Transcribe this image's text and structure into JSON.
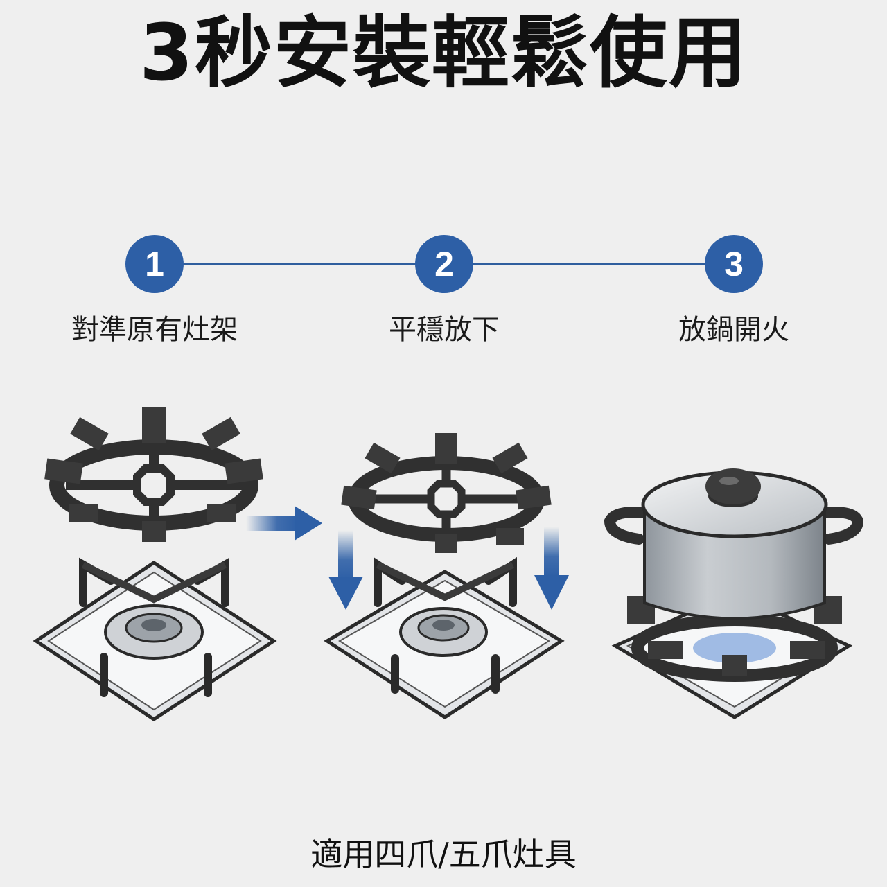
{
  "title": "3秒安裝輕鬆使用",
  "steps": [
    {
      "number": "1",
      "label": "對準原有灶架"
    },
    {
      "number": "2",
      "label": "平穩放下"
    },
    {
      "number": "3",
      "label": "放鍋開火"
    }
  ],
  "footer": "適用四爪/五爪灶具",
  "colors": {
    "accent": "#2d5fa6",
    "rack": "#333333",
    "background": "#efefef"
  }
}
